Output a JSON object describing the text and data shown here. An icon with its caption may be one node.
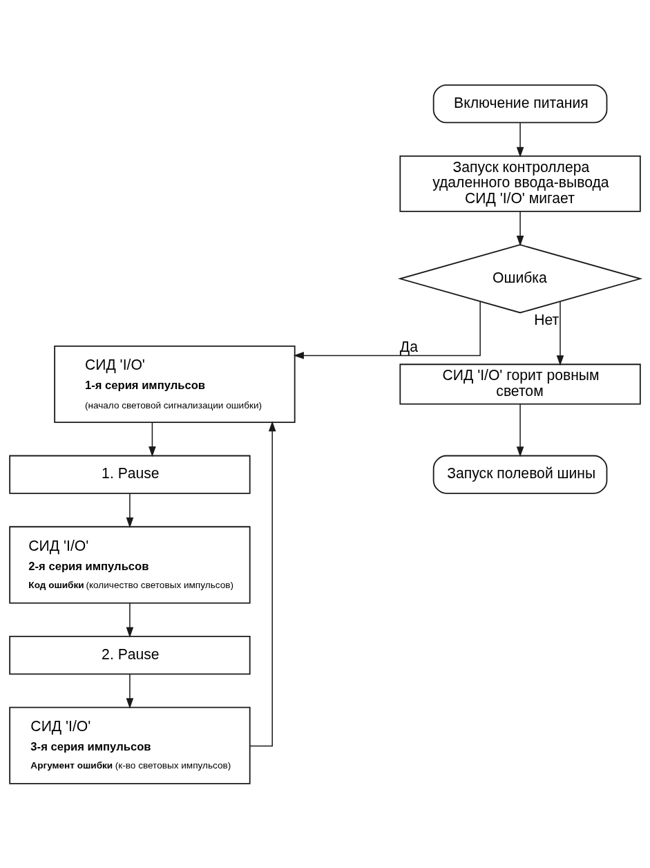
{
  "diagram": {
    "nodes": [
      {
        "text": [
          "Включение питания"
        ]
      },
      {
        "text": [
          "Запуск контроллера удаленного ввода-вывода СИД 'I/O' мигает"
        ]
      },
      {
        "text": [
          "Ошибка"
        ]
      },
      {
        "text": [
          "СИД 'I/O'",
          "1-я серия импульсов",
          "(начало световой сигнализации ошибки)"
        ]
      },
      {
        "text": [
          "1. Pause"
        ]
      },
      {
        "text": [
          "СИД 'I/O'",
          "2-я серия импульсов",
          "**Код ошибки** (количество световых импульсов)"
        ]
      },
      {
        "text": [
          "2. Pause"
        ]
      },
      {
        "text": [
          "СИД 'I/O'",
          "3-я серия импульсов",
          "**Аргумент ошибки** (к-во световых импульсов)"
        ]
      },
      {
        "text": [
          "СИД 'I/O' горит ровным светом"
        ]
      },
      {
        "text": [
          "Запуск полевой шины"
        ]
      }
    ],
    "edges": [
      {
        "from": 0,
        "to": 1,
        "arrow": "to"
      },
      {
        "from": 1,
        "to": 2,
        "arrow": "to"
      },
      {
        "from": 2,
        "to": 3,
        "arrow": "to",
        "label": "Да"
      },
      {
        "from": 3,
        "to": 4,
        "arrow": "to"
      },
      {
        "from": 4,
        "to": 5,
        "arrow": "to"
      },
      {
        "from": 5,
        "to": 6,
        "arrow": "to"
      },
      {
        "from": 6,
        "to": 7,
        "arrow": "to"
      },
      {
        "from": 7,
        "to": 3,
        "arrow": "to"
      },
      {
        "from": 2,
        "to": 8,
        "arrow": "to",
        "label": "Нет"
      },
      {
        "from": 8,
        "to": 9,
        "arrow": "to"
      }
    ]
  }
}
